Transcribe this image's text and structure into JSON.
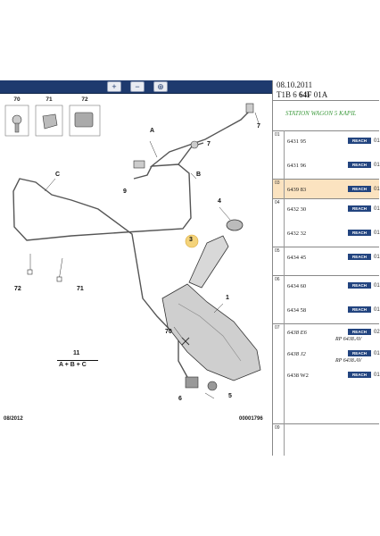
{
  "toolbar": {
    "zoom_in": "+",
    "zoom_out": "−",
    "zoom_fit": "⊕"
  },
  "header": {
    "date": "08.10.2011",
    "ref_prefix": "T1B 6 ",
    "ref_bold": "64F",
    "ref_suffix": " 01A",
    "variant": "STATION WAGON 5 KAPIL"
  },
  "diagram": {
    "detail_boxes": [
      "70",
      "71",
      "72"
    ],
    "callouts": {
      "A": "A",
      "B": "B",
      "C": "C",
      "n1": "1",
      "n3": "3",
      "n4": "4",
      "n5": "5",
      "n6": "6",
      "n7a": "7",
      "n7b": "7",
      "n9": "9",
      "n70": "70",
      "n71": "71",
      "n72": "72"
    },
    "summary_num": "11",
    "summary_text": "A + B + C",
    "footer_left": "08/2012",
    "footer_right": "00001796"
  },
  "parts": {
    "reach": "REACH",
    "groups": [
      {
        "num": "01",
        "items": [
          {
            "part": "6431 95",
            "qty": "01"
          },
          {
            "part": "6431 96",
            "qty": "01"
          }
        ]
      },
      {
        "num": "03",
        "highlight": true,
        "items": [
          {
            "part": "6439 83",
            "qty": "01"
          }
        ]
      },
      {
        "num": "04",
        "items": [
          {
            "part": "6432 30",
            "qty": "01"
          },
          {
            "part": "6432 32",
            "qty": "01"
          }
        ]
      },
      {
        "num": "05",
        "items": [
          {
            "part": "6434 45",
            "qty": "01"
          }
        ]
      },
      {
        "num": "06",
        "items": [
          {
            "part": "6434 60",
            "qty": "01"
          },
          {
            "part": "6434 58",
            "qty": "01"
          }
        ]
      },
      {
        "num": "07",
        "items": [
          {
            "part": "6438 E6",
            "sub": "RP 6438.AV",
            "qty": "02"
          },
          {
            "part": "6438 J2",
            "sub": "RP 6438.AV",
            "qty": "01"
          },
          {
            "part": "6438 W2",
            "qty": "01"
          }
        ]
      },
      {
        "num": "09",
        "items": []
      }
    ]
  },
  "colors": {
    "toolbar": "#1e3a6e",
    "reach_badge": "#22447f",
    "highlight_row": "#fbe3c0",
    "variant_text": "#3c9a3c"
  }
}
